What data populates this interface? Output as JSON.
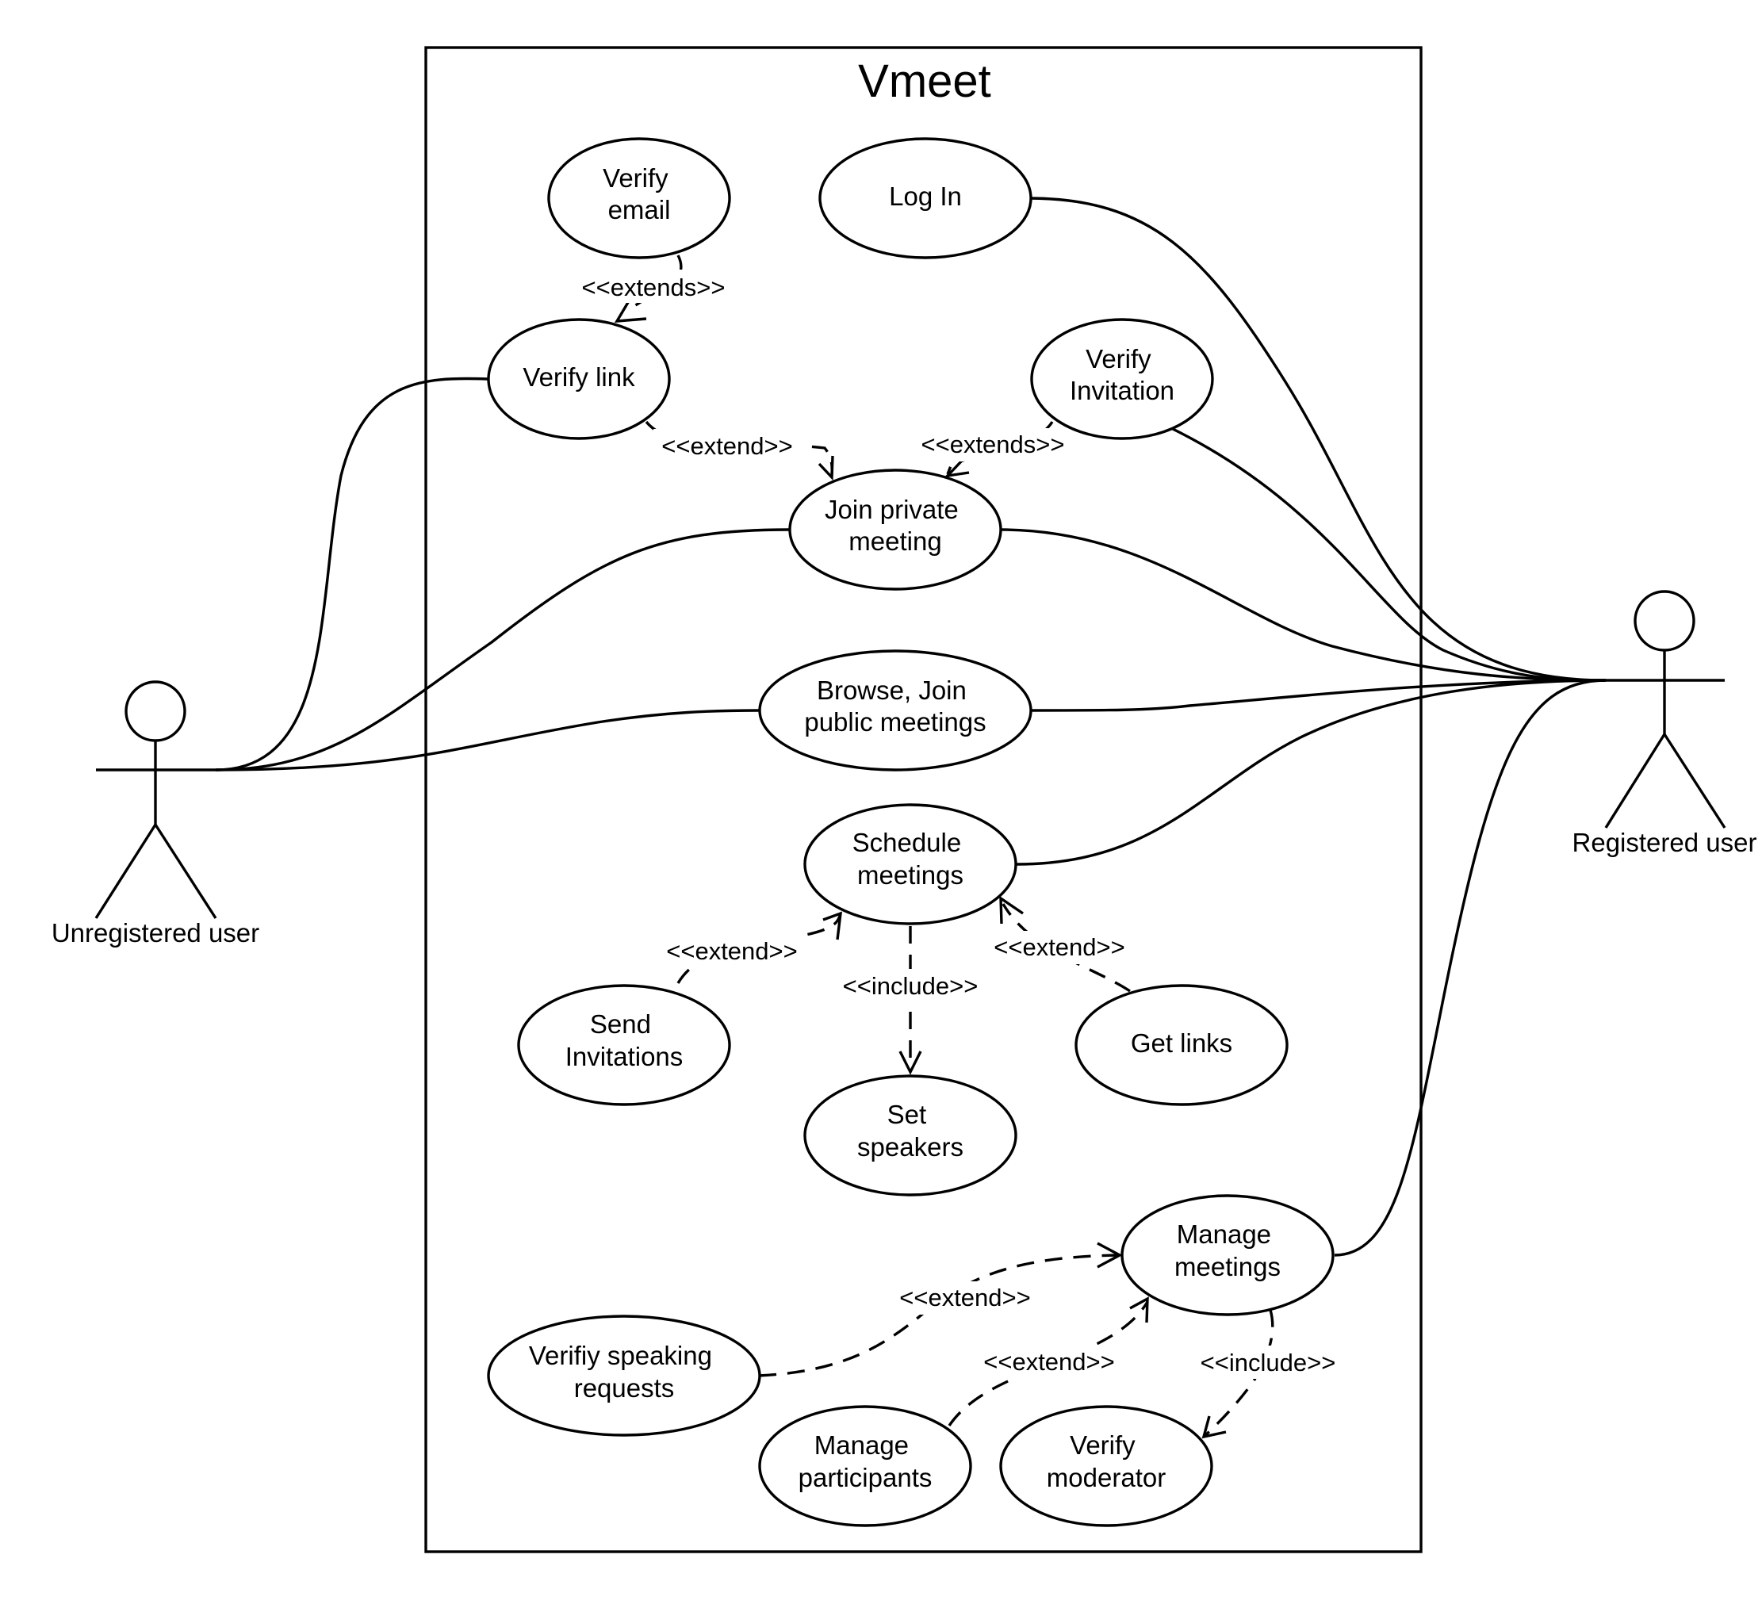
{
  "system": {
    "title": "Vmeet"
  },
  "actors": {
    "unregistered": "Unregistered user",
    "registered": "Registered user"
  },
  "use_cases": {
    "verify_email": [
      "Verify",
      "email"
    ],
    "log_in": [
      "Log In"
    ],
    "verify_link": [
      "Verify link"
    ],
    "verify_invitation": [
      "Verify",
      "Invitation"
    ],
    "join_private": [
      "Join private",
      "meeting"
    ],
    "browse_join": [
      "Browse, Join",
      "public meetings"
    ],
    "schedule": [
      "Schedule",
      "meetings"
    ],
    "send_invitations": [
      "Send",
      "Invitations"
    ],
    "get_links": [
      "Get links"
    ],
    "set_speakers": [
      "Set",
      "speakers"
    ],
    "manage_meetings": [
      "Manage",
      "meetings"
    ],
    "verify_speaking": [
      "Verifiy speaking",
      "requests"
    ],
    "manage_participants": [
      "Manage",
      "participants"
    ],
    "verify_moderator": [
      "Verify",
      "moderator"
    ]
  },
  "relationship_labels": {
    "email_link": "<<extends>>",
    "link_private": "<<extend>>",
    "invitation_private": "<<extends>>",
    "send_schedule": "<<extend>>",
    "schedule_speakers": "<<include>>",
    "links_schedule": "<<extend>>",
    "speaking_manage": "<<extend>>",
    "participants_manage": "<<extend>>",
    "manage_moderator": "<<include>>"
  }
}
